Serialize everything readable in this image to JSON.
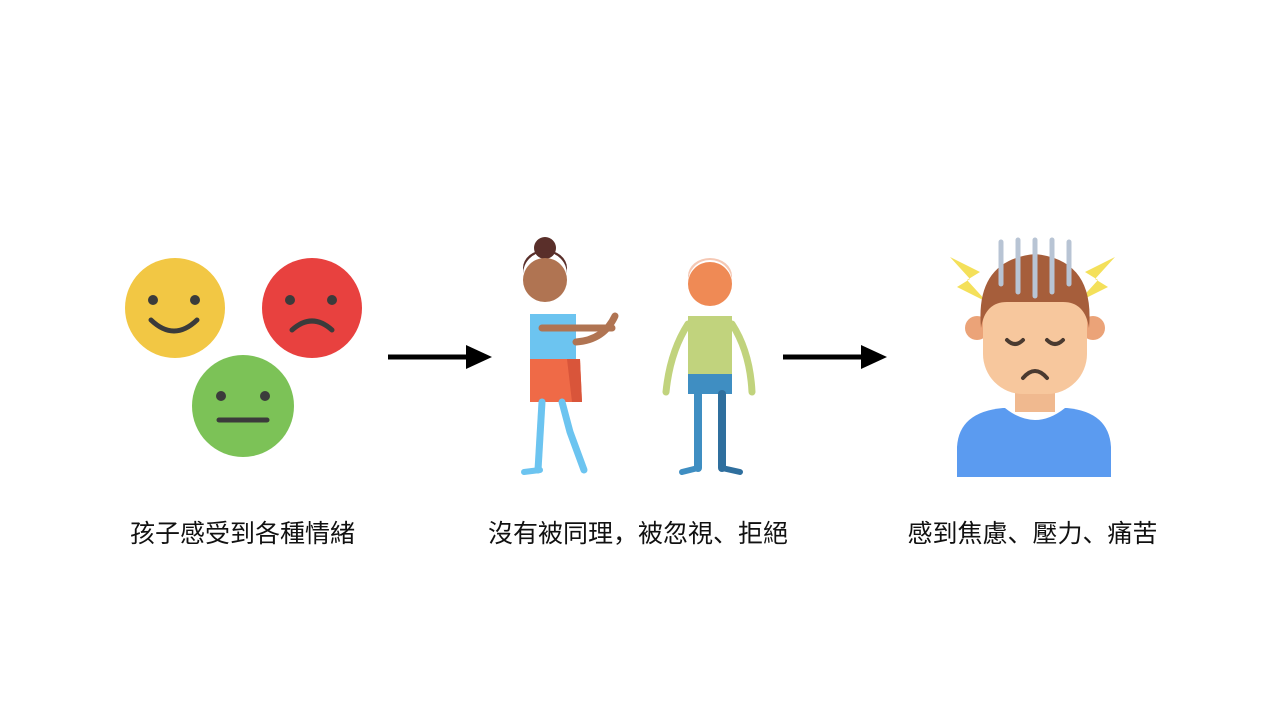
{
  "steps": [
    {
      "caption": "孩子感受到各種情緒",
      "icon": "emotion-faces-icon"
    },
    {
      "caption": "沒有被同理，被忽視、拒絕",
      "icon": "rejection-icon"
    },
    {
      "caption": "感到焦慮、壓力、痛苦",
      "icon": "stressed-person-icon"
    }
  ],
  "colors": {
    "happy": "#F2C744",
    "sad": "#E8413F",
    "neutral": "#7CC257",
    "arrow": "#000000"
  }
}
